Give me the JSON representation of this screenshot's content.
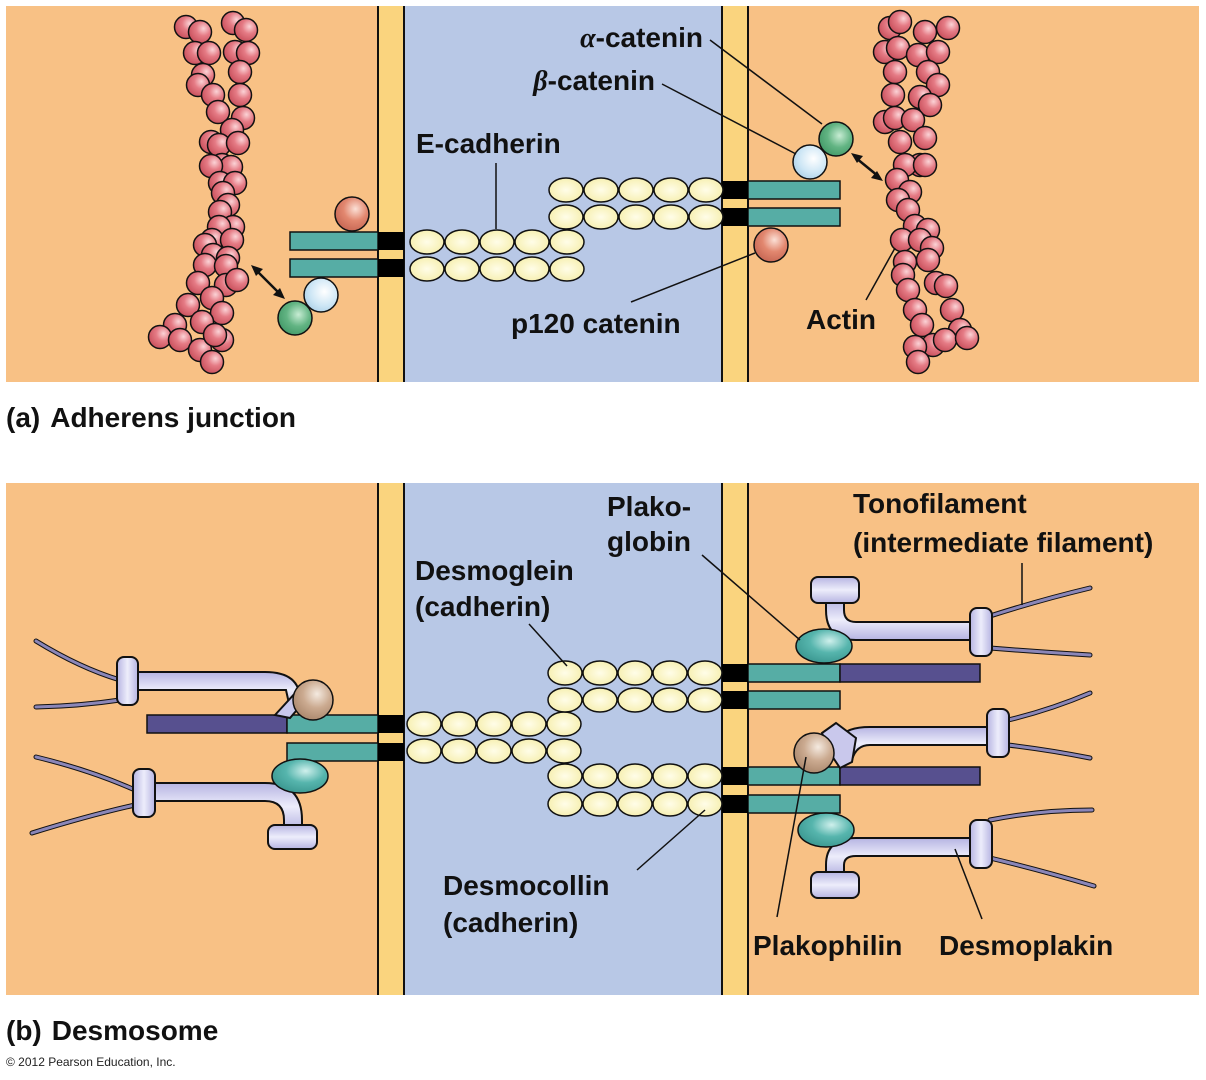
{
  "colors": {
    "cytoplasm": "#F8C185",
    "membrane": "#FAD47E",
    "intercellular_space": "#B8C8E6",
    "cadherin_domain": "#FAF5BE",
    "cytoplasmic_tail": "#56ADA5",
    "transmembrane": "#000000",
    "actin": "#E0707A",
    "alpha_catenin": "#5DB07E",
    "beta_catenin": "#C9E3F4",
    "p120_catenin": "#E08470",
    "desmoplakin": "#C9C8EC",
    "desmosomal_tail": "#57508F",
    "plakoglobin": "#4FB0A8",
    "plakophilin": "#C7A78E",
    "tonofilament": "#8B86B8"
  },
  "panel_a": {
    "caption_tag": "(a)",
    "caption": "Adherens junction",
    "labels": {
      "alpha_prefix": "α",
      "alpha_catenin": "-catenin",
      "beta_prefix": "β",
      "beta_catenin": "-catenin",
      "e_cadherin": "E-cadherin",
      "p120_catenin": "p120 catenin",
      "actin": "Actin"
    }
  },
  "panel_b": {
    "caption_tag": "(b)",
    "caption": "Desmosome",
    "labels": {
      "plakoglobin_line1": "Plako-",
      "plakoglobin_line2": "globin",
      "desmoglein_line1": "Desmoglein",
      "desmoglein_line2": "(cadherin)",
      "tonofilament_line1": "Tonofilament",
      "tonofilament_line2": "(intermediate filament)",
      "desmocollin_line1": "Desmocollin",
      "desmocollin_line2": "(cadherin)",
      "plakophilin": "Plakophilin",
      "desmoplakin": "Desmoplakin"
    }
  },
  "copyright": "© 2012 Pearson Education, Inc."
}
